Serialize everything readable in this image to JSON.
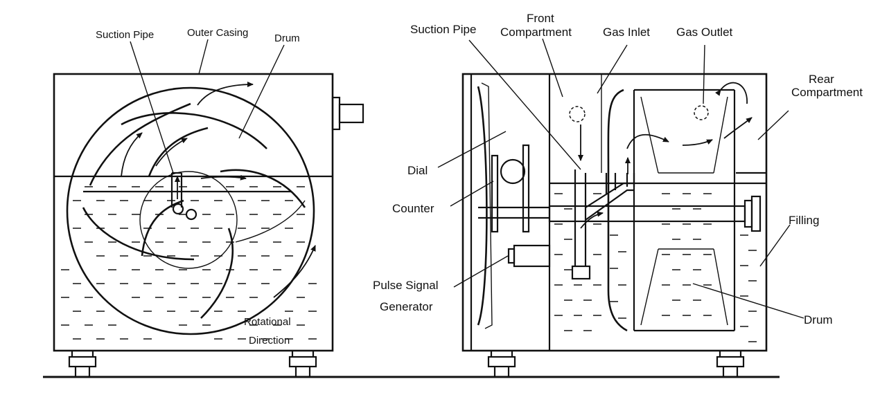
{
  "labels": {
    "left": {
      "suction_pipe": "Suction Pipe",
      "outer_casing": "Outer Casing",
      "drum": "Drum",
      "rotational_direction_line1": "Rotational",
      "rotational_direction_line2": "Direction"
    },
    "right": {
      "suction_pipe": "Suction Pipe",
      "front_compartment_line1": "Front",
      "front_compartment_line2": "Compartment",
      "gas_inlet": "Gas Inlet",
      "gas_outlet": "Gas Outlet",
      "rear_compartment_line1": "Rear",
      "rear_compartment_line2": "Compartment",
      "dial": "Dial",
      "counter": "Counter",
      "filling": "Filling",
      "pulse_signal_generator_line1": "Pulse Signal",
      "pulse_signal_generator_line2": "Generator",
      "drum": "Drum"
    }
  }
}
